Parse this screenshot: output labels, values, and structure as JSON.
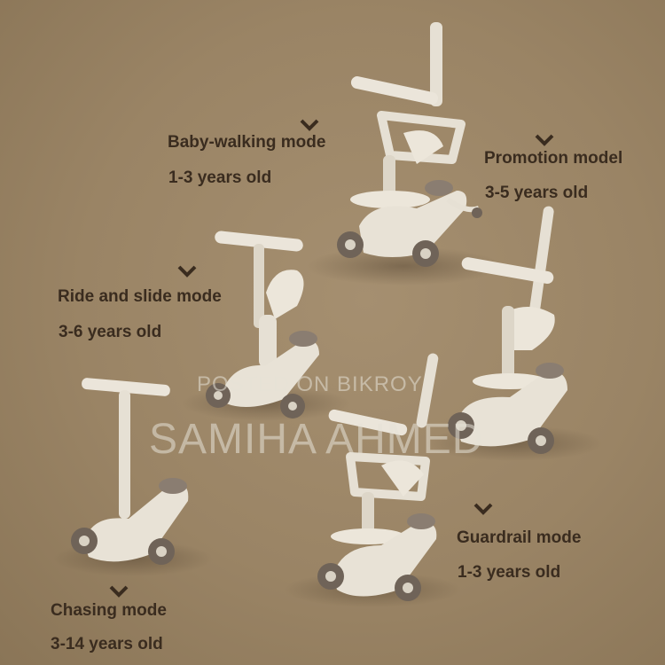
{
  "modes": [
    {
      "name": "Baby-walking mode",
      "age": "1-3 years old"
    },
    {
      "name": "Promotion model",
      "age": "3-5 years old"
    },
    {
      "name": "Ride and slide mode",
      "age": "3-6 years old"
    },
    {
      "name": "Guardrail mode",
      "age": "1-3 years old"
    },
    {
      "name": "Chasing mode",
      "age": "3-14 years old"
    }
  ],
  "watermark": {
    "line1": "POSTED ON BIKROY",
    "line2": "SAMIHA AHMED"
  },
  "colors": {
    "background": "#9a8465",
    "scooter": "#e8e2d6",
    "wheel": "#6f6358",
    "text": "#3a2c1f"
  }
}
